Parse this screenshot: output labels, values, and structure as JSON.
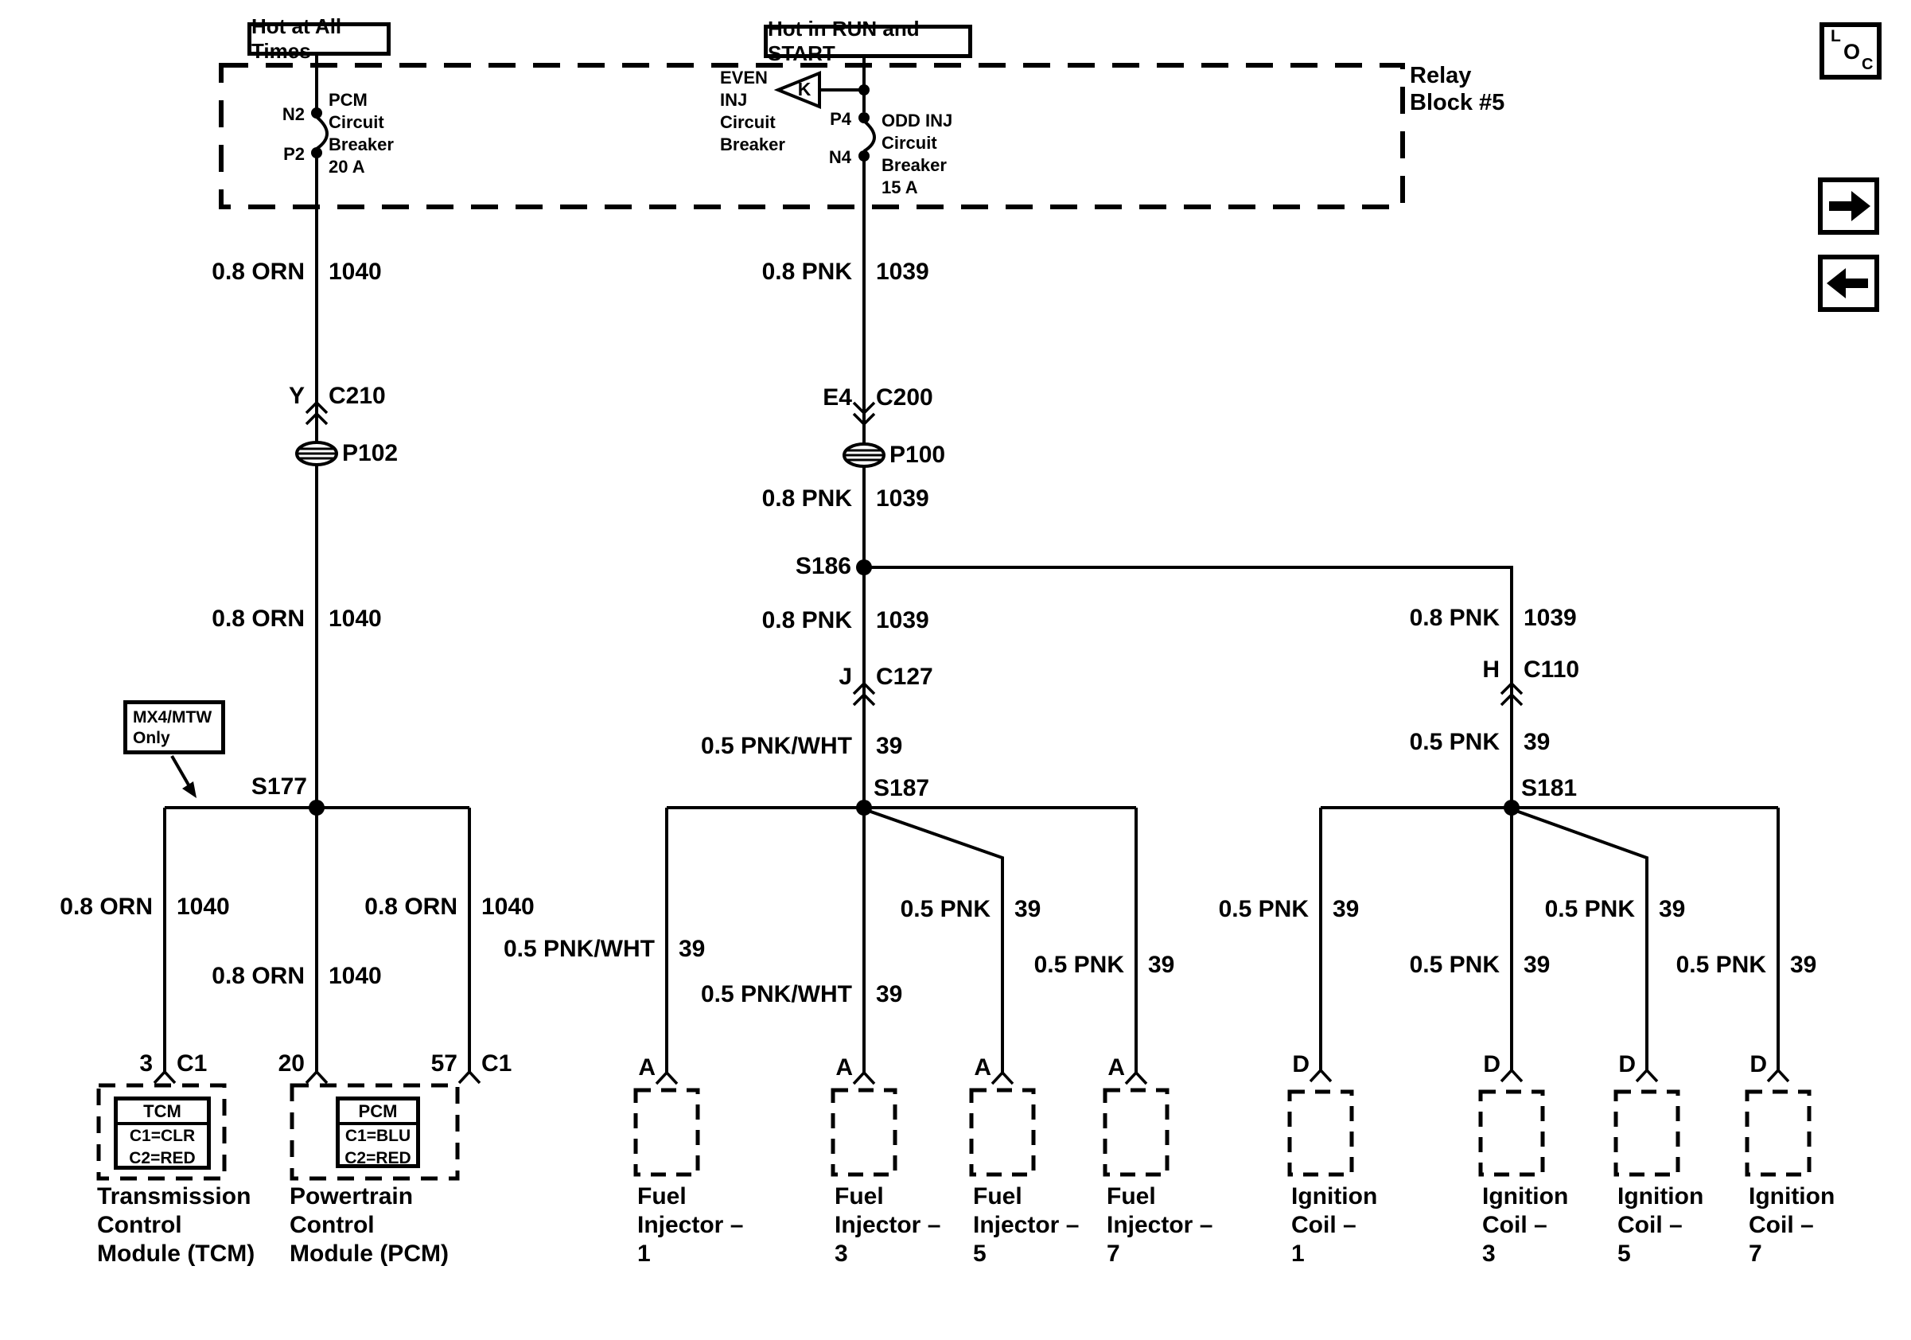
{
  "power_sources": {
    "hot_at_all_times": "Hot at All Times",
    "hot_in_run_and_start": "Hot in RUN and START"
  },
  "relay_block": {
    "caption": [
      "Relay",
      "Block #5"
    ],
    "pcm_breaker": {
      "pin_top": "N2",
      "pin_bottom": "P2",
      "label": [
        "PCM",
        "Circuit",
        "Breaker",
        "20 A"
      ]
    },
    "even_inj_arrow": {
      "label": [
        "EVEN",
        "INJ",
        "Circuit",
        "Breaker"
      ],
      "letter": "K"
    },
    "odd_inj_breaker": {
      "pin_top": "P4",
      "pin_bottom": "N4",
      "label": [
        "ODD INJ",
        "Circuit",
        "Breaker",
        "15 A"
      ]
    }
  },
  "nav_icons": {
    "loc": {
      "l": "L",
      "o": "O",
      "c": "C"
    }
  },
  "pcm_feed": {
    "seg_top": {
      "gauge": "0.8 ORN",
      "circuit": "1040"
    },
    "conn_c210": {
      "pin": "Y",
      "name": "C210"
    },
    "grommet": "P102",
    "seg_mid": {
      "gauge": "0.8 ORN",
      "circuit": "1040"
    },
    "note": [
      "MX4/MTW",
      "Only"
    ],
    "splice": "S177",
    "branch_tcm": {
      "gauge": "0.8 ORN",
      "circuit": "1040",
      "pin": "3",
      "conn": "C1"
    },
    "branch_pcm20": {
      "gauge": "0.8 ORN",
      "circuit": "1040",
      "pin": "20"
    },
    "branch_pcm57": {
      "gauge": "0.8 ORN",
      "circuit": "1040",
      "pin": "57",
      "conn": "C1"
    }
  },
  "tcm_module": {
    "header": "TCM",
    "connectors": [
      "C1=CLR",
      "C2=RED"
    ],
    "caption": [
      "Transmission",
      "Control",
      "Module (TCM)"
    ]
  },
  "pcm_module": {
    "header": "PCM",
    "connectors": [
      "C1=BLU",
      "C2=RED"
    ],
    "caption": [
      "Powertrain",
      "Control",
      "Module (PCM)"
    ]
  },
  "injector_feed": {
    "seg_top": {
      "gauge": "0.8 PNK",
      "circuit": "1039"
    },
    "conn_c200": {
      "pin": "E4",
      "name": "C200"
    },
    "grommet": "P100",
    "seg_mid": {
      "gauge": "0.8 PNK",
      "circuit": "1039"
    },
    "splice_s186": "S186",
    "seg_below_s186": {
      "gauge": "0.8 PNK",
      "circuit": "1039"
    },
    "conn_c127": {
      "pin": "J",
      "name": "C127"
    },
    "seg_c127": {
      "gauge": "0.5 PNK/WHT",
      "circuit": "39"
    },
    "splice_s187": "S187",
    "branches": [
      {
        "gauge": "0.5 PNK/WHT",
        "circuit": "39",
        "pin": "A",
        "caption": [
          "Fuel",
          "Injector –",
          "1"
        ]
      },
      {
        "gauge": "0.5 PNK/WHT",
        "circuit": "39",
        "pin": "A",
        "caption": [
          "Fuel",
          "Injector –",
          "3"
        ]
      },
      {
        "gauge": "0.5 PNK",
        "circuit": "39",
        "pin": "A",
        "caption": [
          "Fuel",
          "Injector –",
          "5"
        ]
      },
      {
        "gauge": "0.5 PNK",
        "circuit": "39",
        "pin": "A",
        "caption": [
          "Fuel",
          "Injector –",
          "7"
        ]
      }
    ]
  },
  "coil_feed": {
    "seg_top": {
      "gauge": "0.8 PNK",
      "circuit": "1039"
    },
    "conn_c110": {
      "pin": "H",
      "name": "C110"
    },
    "seg_c110": {
      "gauge": "0.5 PNK",
      "circuit": "39"
    },
    "splice_s181": "S181",
    "branches": [
      {
        "gauge": "0.5 PNK",
        "circuit": "39",
        "pin": "D",
        "caption": [
          "Ignition",
          "Coil –",
          "1"
        ]
      },
      {
        "gauge": "0.5 PNK",
        "circuit": "39",
        "pin": "D",
        "caption": [
          "Ignition",
          "Coil –",
          "3"
        ]
      },
      {
        "gauge": "0.5 PNK",
        "circuit": "39",
        "pin": "D",
        "caption": [
          "Ignition",
          "Coil –",
          "5"
        ]
      },
      {
        "gauge": "0.5 PNK",
        "circuit": "39",
        "pin": "D",
        "caption": [
          "Ignition",
          "Coil –",
          "7"
        ]
      }
    ]
  }
}
